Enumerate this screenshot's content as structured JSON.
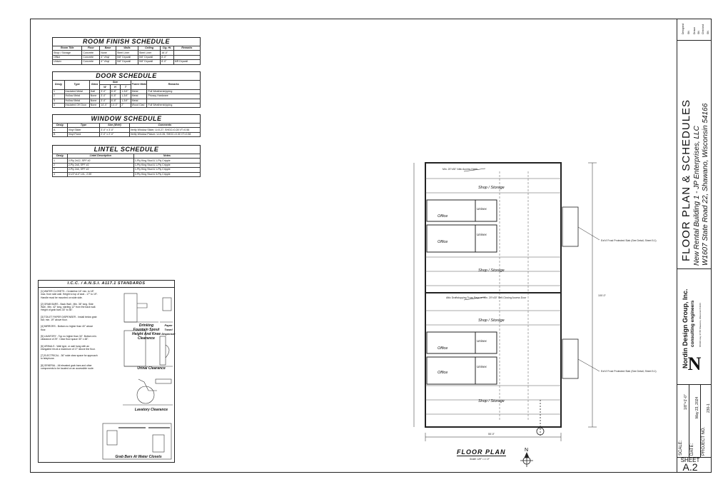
{
  "room_schedule": {
    "title": "ROOM FINISH SCHEDULE",
    "headers": [
      "Room Title",
      "Floor",
      "Base",
      "Walls",
      "Ceiling",
      "Clg. Ht.",
      "Remarks"
    ],
    "rows": [
      [
        "Shop / Storage",
        "Concrete",
        "None",
        "Steel Liner",
        "Steel Liner",
        "16'-0\"",
        ""
      ],
      [
        "Office",
        "Concrete",
        "4\" Vinyl",
        "5/8\" Drywall",
        "5/8\" Drywall",
        "8'-0\"",
        ""
      ],
      [
        "Unisex",
        "Concrete",
        "4\" Vinyl",
        "5/8\" Drywall",
        "5/8\" Drywall",
        "8'-0\"",
        "MR Drywall"
      ]
    ]
  },
  "door_schedule": {
    "title": "DOOR SCHEDULE",
    "headers": [
      "Desig",
      "Type",
      "Glass",
      "W",
      "H",
      "T",
      "Frame Material",
      "Remarks"
    ],
    "size_label": "Size",
    "rows": [
      [
        "1",
        "Insulated Metal",
        "Half",
        "3'-0\"",
        "6'-8\"",
        "1-3/4\"",
        "Metal",
        "Full Weatherstripping"
      ],
      [
        "2",
        "Hollow Metal",
        "None",
        "3'-0\"",
        "6'-8\"",
        "1-3/4\"",
        "Metal",
        "Privacy Hardware"
      ],
      [
        "3",
        "Hollow Metal",
        "None",
        "3'-0\"",
        "6'-8\"",
        "1-3/4\"",
        "Metal",
        ""
      ],
      [
        "4",
        "Insulated OH Door",
        "None",
        "14'-0\"",
        "14'-0\"",
        "2\"",
        "Wood Clad",
        "Full Weatherstripping"
      ]
    ]
  },
  "window_schedule": {
    "title": "WINDOW SCHEDULE",
    "headers": [
      "Desig",
      "Type",
      "Size (WxH)",
      "Comments"
    ],
    "rows": [
      [
        "A",
        "Vinyl Slider",
        "3'-0\" x 3'-0\"",
        "Verify Window Slider, U=0.27, SHGC=0.28 VT=0.56"
      ],
      [
        "B",
        "Vinyl Fixed",
        "2'-0\" x 2'-0\"",
        "Verify Window Picture, U=0.26, SHGC=0.30 VT=0.58"
      ]
    ]
  },
  "lintel_schedule": {
    "title": "LINTEL SCHEDULE",
    "headers": [
      "Desig",
      "Lintel Description",
      "Notes"
    ],
    "rows": [
      [
        "1",
        "2-Ply 2x12, SPF #2",
        "1-Ply King Stud & 1-Ply Cripple"
      ],
      [
        "2",
        "2-Ply 2x8, SPF #2",
        "1-Ply King Stud & 1-Ply Cripple"
      ],
      [
        "3",
        "2-Ply 2x6, SPF #2",
        "1-Ply King Stud & 1-Ply Cripple"
      ],
      [
        "4",
        "3 1/2\"x14\" LVL, 2.0E",
        "2-Ply King Stud & 3-Ply Cripple"
      ]
    ]
  },
  "ada": {
    "title": "I.C.C. / A.N.S.I. A117.1 STANDARDS",
    "notes": [
      "[1] WATER CLOSETS - Centerline 16\" min. to 18\" max. from side wall. Height to top of seat - 17\" to 19\". Handle must be mounted on wide side.",
      "[2] GRAB BARS - Back Wall - Min. 36\" long. Side Wall - Min. 42\" long, starting 12\" from the back wall. Height of grab bars 33\" to 36\".",
      "[3] TOILET PAPER DISPENSER - Install below grab bar; min. 19\" above floor.",
      "[4] MIRRORS - Bottom no higher than 40\" above floor.",
      "[5] LAVATORY - Top no higher than 34\". Bottom min. clearance of 29\". Clear floor space 30\" x 48\".",
      "[6] URINALS - Wall type, or wall hung with an elongated rim at a maximum of 17\" above the floor.",
      "[7] ELECTRICAL - 36\" wide clear space for approach to telephone.",
      "[8] GENERAL - All elevated grab bars and other components to be located on an accessible route."
    ],
    "captions": {
      "fountain": "Drinking Fountain Spout Height And Knee Clearance",
      "towel": "Paper Towel Dispenser",
      "urinal": "Urinal Clearance",
      "lavatory": "Lavatory Clearance",
      "grab": "Grab Bars At Water Closets"
    }
  },
  "plan": {
    "label": "FLOOR PLAN",
    "scale": "Scale: 1/8\" = 1'-0\"",
    "north": "N",
    "rooms": {
      "shop1": "Shop / Storage",
      "office1": "Office",
      "unisex1": "Unisex",
      "office2": "Office",
      "unisex2": "Unisex",
      "shop2": "Shop / Storage",
      "shop3": "Shop / Storage",
      "office3": "Office",
      "unisex3": "Unisex",
      "office4": "Office",
      "unisex4": "Unisex",
      "shop4": "Shop / Storage"
    },
    "notes": {
      "attic1": "Min. 20\"x30\" Attic Access Hatch",
      "attic2": "Attic Draftstopping Truss Bays w/ Min. 20\"x30\" Self-Closing Access Door",
      "frost1": "Ext'd' Frost Protected Slab (See Detail, Sheet 5.1)",
      "frost2": "Ext'd' Frost Protected Slab (See Detail, Sheet 5.1)"
    },
    "dims": {
      "width": "55'-0\"",
      "length": "100'-0\""
    }
  },
  "title_block": {
    "sheet_title": "FLOOR PLAN & SCHEDULES",
    "project": "New Rental Building 1 - JP Enterprises, LLC",
    "address": "W1607 State Road 22, Shawano, Wisconsin 54166",
    "firm": "Nordin Design Group, Inc.",
    "firm_sub": "consulting engineers",
    "firm_addr": "N5640 Hwy 47-55  Shawano, Wisconsin 54166",
    "logo": "N",
    "scale_label": "SCALE:",
    "scale_value": "1/8\"=1'-0\"",
    "date_label": "DATE:",
    "date_value": "May 23, 2024",
    "project_no_label": "PROJECT NO.",
    "project_no_value": "230-1",
    "sheet_label": "SHEET",
    "sheet_value": "A.2",
    "designed": "Designed",
    "drawn": "Drawn",
    "checked": "Checked",
    "designed_val": "SN",
    "drawn_val": "SN",
    "checked_val": "SN"
  }
}
